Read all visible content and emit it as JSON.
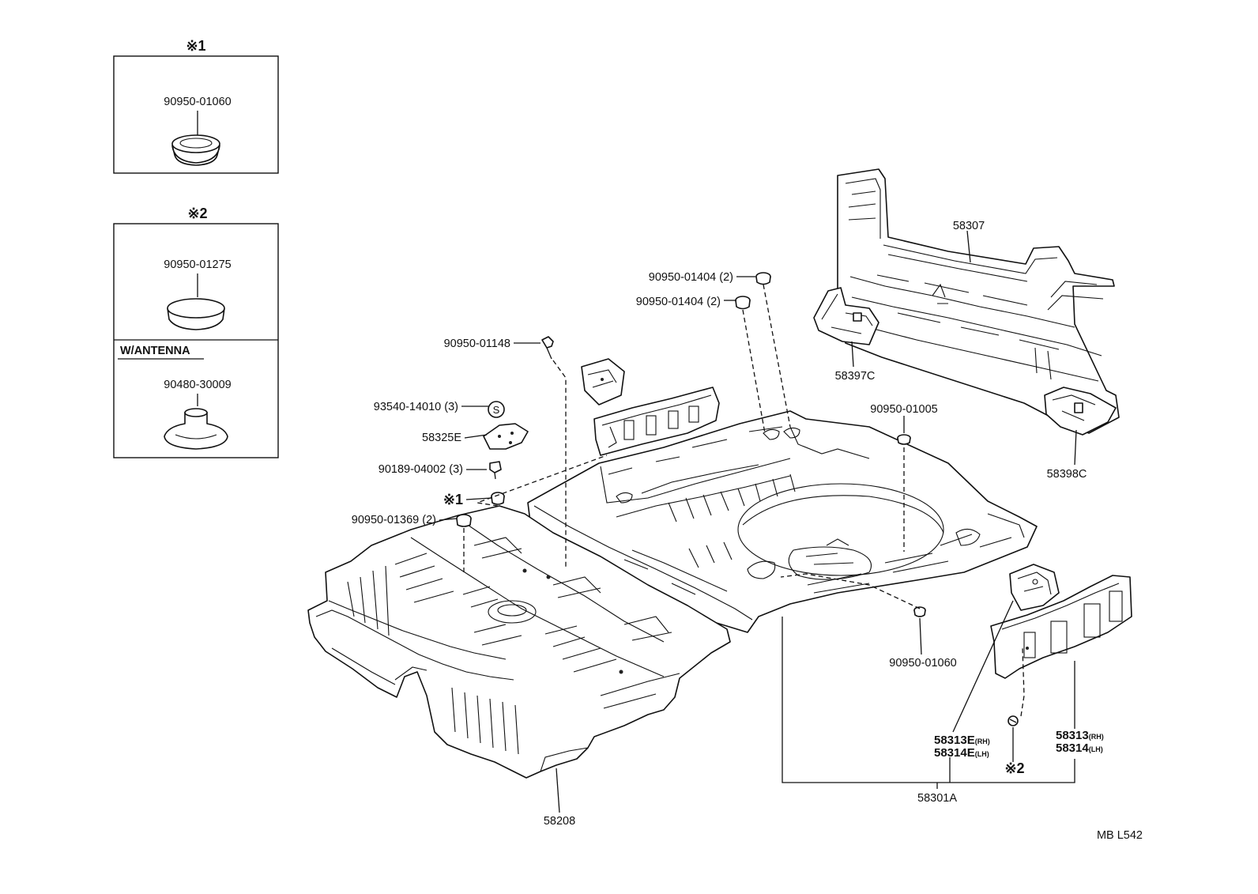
{
  "inset_1": {
    "marker": "※1",
    "part": "90950-01060"
  },
  "inset_2": {
    "marker": "※2",
    "part": "90950-01275",
    "section_label": "W/ANTENNA",
    "section_part": "90480-30009"
  },
  "callouts": {
    "p_58307": "58307",
    "p_58397c": "58397C",
    "p_58398c": "58398C",
    "p_01404_a": "90950-01404 (2)",
    "p_01404_b": "90950-01404 (2)",
    "p_01148": "90950-01148",
    "p_93540": "93540-14010 (3)",
    "p_s_mark": "S",
    "p_58325e": "58325E",
    "p_90189": "90189-04002 (3)",
    "p_ref1": "※1",
    "p_01369": "90950-01369 (2)",
    "p_01005": "90950-01005",
    "p_01060": "90950-01060",
    "p_58208": "58208",
    "p_58313e": "58313E",
    "p_58313e_side": "(RH)",
    "p_58314e": "58314E",
    "p_58314e_side": "(LH)",
    "p_58313": "58313",
    "p_58313_side": "(RH)",
    "p_58314": "58314",
    "p_58314_side": "(LH)",
    "p_ref2": "※2",
    "p_58301a": "58301A"
  },
  "footer": {
    "code": "MB L542"
  }
}
